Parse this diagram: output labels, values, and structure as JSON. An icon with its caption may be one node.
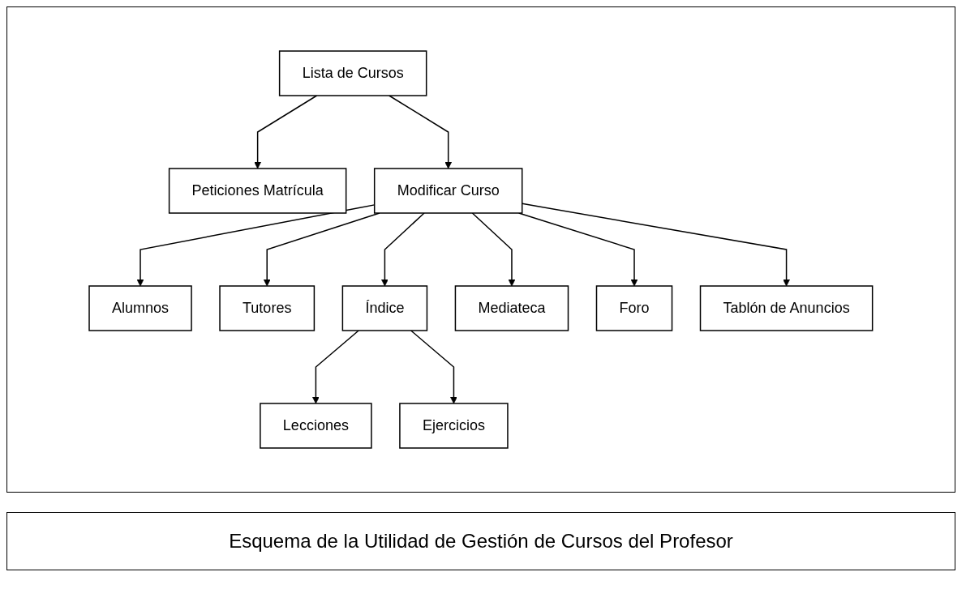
{
  "diagram": {
    "caption": "Esquema de la Utilidad de Gestión de Cursos del Profesor",
    "nodes": [
      {
        "text": [
          "Lista de Cursos"
        ]
      },
      {
        "text": [
          "Peticiones Matrícula"
        ]
      },
      {
        "text": [
          "Modificar Curso"
        ]
      },
      {
        "text": [
          "Tablón de Anuncios"
        ]
      },
      {
        "text": [
          "Alumnos"
        ]
      },
      {
        "text": [
          "Tutores"
        ]
      },
      {
        "text": [
          "Índice"
        ]
      },
      {
        "text": [
          "Mediateca"
        ]
      },
      {
        "text": [
          "Foro"
        ]
      },
      {
        "text": [
          "Lecciones"
        ]
      },
      {
        "text": [
          "Ejercicios"
        ]
      }
    ],
    "edges": [
      {
        "from": 0,
        "to": 1,
        "arrow": "to"
      },
      {
        "from": 0,
        "to": 2,
        "arrow": "to"
      },
      {
        "from": 2,
        "to": 3,
        "arrow": "to"
      },
      {
        "from": 2,
        "to": 4,
        "arrow": "to"
      },
      {
        "from": 2,
        "to": 5,
        "arrow": "to"
      },
      {
        "from": 2,
        "to": 6,
        "arrow": "to"
      },
      {
        "from": 2,
        "to": 7,
        "arrow": "to"
      },
      {
        "from": 2,
        "to": 8,
        "arrow": "to"
      },
      {
        "from": 6,
        "to": 9,
        "arrow": "to"
      },
      {
        "from": 6,
        "to": 10,
        "arrow": "to"
      }
    ]
  }
}
